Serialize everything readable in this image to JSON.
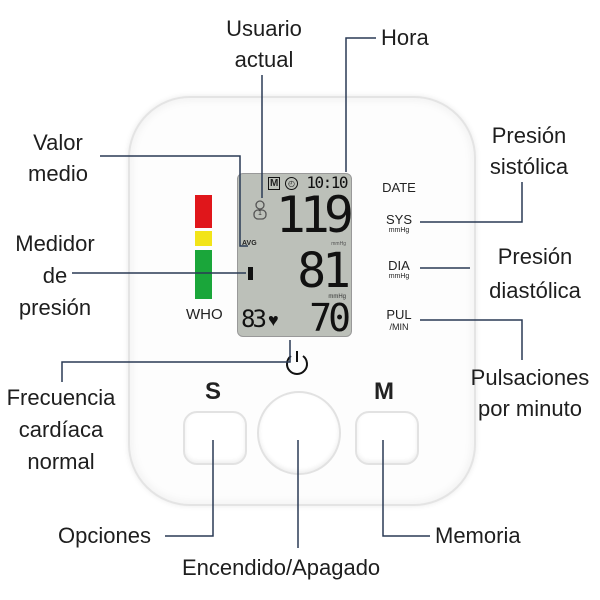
{
  "labels": {
    "user": [
      "Usuario",
      "actual"
    ],
    "hora": "Hora",
    "valor_medio": [
      "Valor",
      "medio"
    ],
    "medidor": [
      "Medidor",
      "de",
      "presión"
    ],
    "sistolica": [
      "Presión",
      "sistólica"
    ],
    "diastolica": [
      "Presión",
      "diastólica"
    ],
    "pulsaciones": [
      "Pulsaciones",
      "por minuto"
    ],
    "frecuencia": [
      "Frecuencia",
      "cardíaca",
      "normal"
    ],
    "opciones": "Opciones",
    "encendido": "Encendido/Apagado",
    "memoria": "Memoria"
  },
  "device": {
    "who": "WHO",
    "date": "DATE",
    "sys": "SYS",
    "sys_unit": "mmHg",
    "dia": "DIA",
    "dia_unit": "mmHg",
    "pul": "PUL",
    "pul_unit": "/MIN",
    "s_button": "S",
    "m_button": "M",
    "colors": {
      "red": "#e0161b",
      "yellow": "#f2e419",
      "green": "#1aa63a",
      "lcd": "#bcc0b9"
    }
  },
  "lcd": {
    "memory": "M",
    "time": "10:10",
    "user_number": "1",
    "avg": "AVG",
    "sys": "119",
    "dia": "81",
    "pulse": "70",
    "heart_rate": "83",
    "unit_small": "mmHg",
    "unit": "mmHg"
  }
}
